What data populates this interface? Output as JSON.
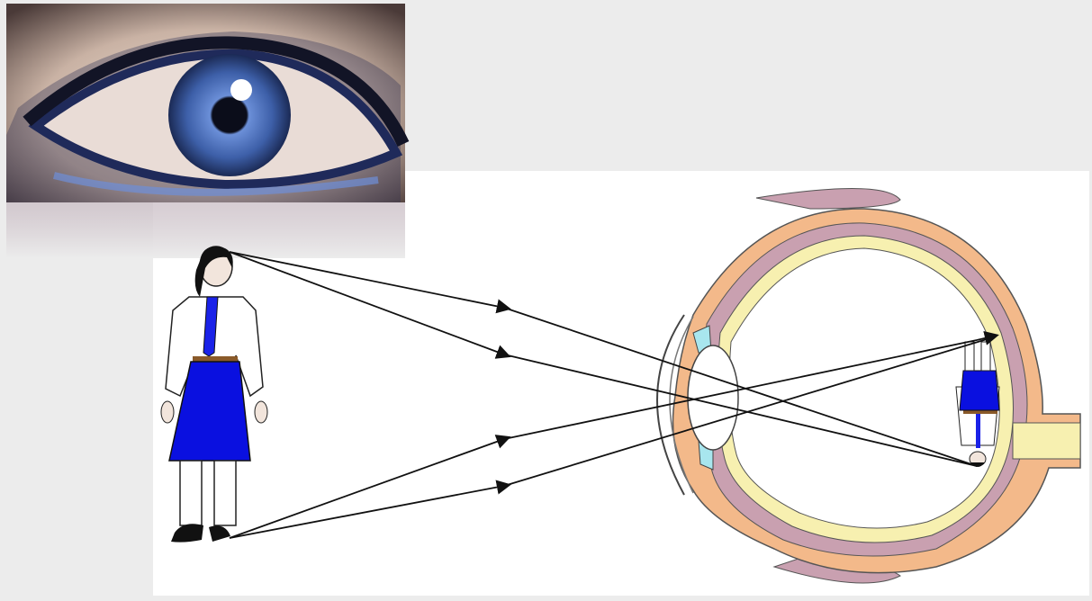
{
  "colors": {
    "background": "#ececec",
    "panel": "#ffffff",
    "skirt": "#0a10e0",
    "tie": "#1a22e8",
    "belt": "#8a5a2a",
    "sclera_outer": "#f3b98a",
    "choroid": "#c9a0b0",
    "retina": "#f7f0b0",
    "iris_blue": "#3d5fa8",
    "ray": "#111111",
    "cornea_highlight": "#a8e6ee"
  },
  "icons": [
    "eye-photo",
    "girl-figure",
    "eye-cross-section",
    "inverted-image"
  ],
  "diagram": {
    "type": "image-formation-in-human-eye",
    "object": "girl",
    "image": "inverted-girl-on-retina",
    "ray_count": 4
  }
}
